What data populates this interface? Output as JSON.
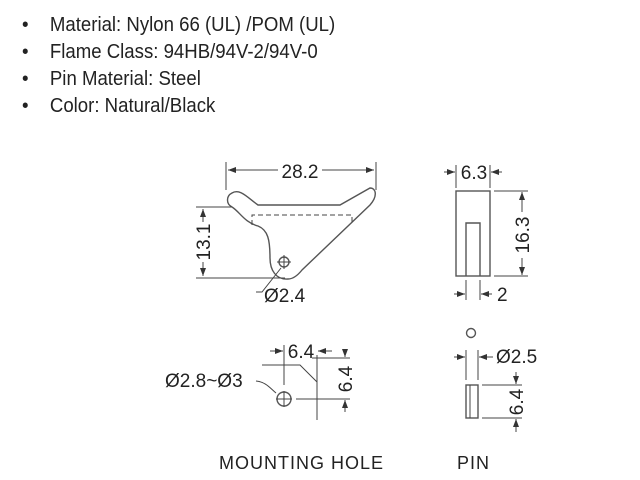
{
  "specs": [
    {
      "bullet": "•",
      "text": "Material: Nylon 66 (UL) /POM (UL)"
    },
    {
      "bullet": "•",
      "text": "Flame Class: 94HB/94V-2/94V-0"
    },
    {
      "bullet": "•",
      "text": "Pin Material: Steel"
    },
    {
      "bullet": "•",
      "text": "Color: Natural/Black"
    }
  ],
  "front_view": {
    "width": "28.2",
    "height": "13.1",
    "hole_dia": "Ø2.4"
  },
  "side_view": {
    "width": "6.3",
    "height": "16.3",
    "slot": "2"
  },
  "mounting_hole": {
    "title": "MOUNTING HOLE",
    "dia": "Ø2.8~Ø3",
    "x_offset": "6.4",
    "y_offset": "6.4"
  },
  "pin": {
    "title": "PIN",
    "dia": "Ø2.5",
    "length": "6.4"
  }
}
